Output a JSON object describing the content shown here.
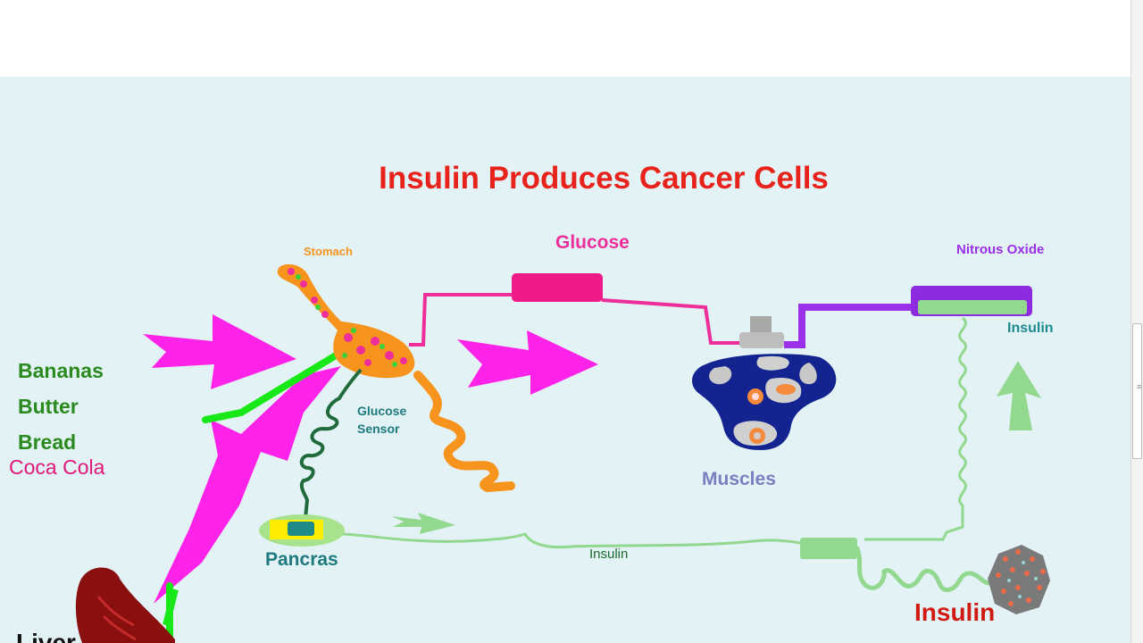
{
  "title": "Insulin Produces Cancer Cells",
  "labels": {
    "stomach": "Stomach",
    "glucose": "Glucose",
    "nitrous_oxide": "Nitrous Oxide",
    "insulin_right": "Insulin",
    "glucose_sensor_line1": "Glucose",
    "glucose_sensor_line2": "Sensor",
    "muscles": "Muscles",
    "pancras": "Pancras",
    "insulin_middle": "Insulin",
    "insulin_bottom": "Insulin",
    "liver": "Liver"
  },
  "foods": [
    "Bananas",
    "Butter",
    "Bread",
    "Coca Cola"
  ],
  "colors": {
    "title": "#e8231c",
    "slide_bg": "#e2f2f5",
    "stomach": "#f7941d",
    "glucose": "#ee2e9a",
    "nitrous_oxide": "#9b30ea",
    "insulin": "#92d88e",
    "teal_label": "#1e8a8f",
    "food_green": "#2a8a1e",
    "coca_cola": "#e0177a",
    "muscles": "#7b7fc0",
    "arrow_magenta": "#ff22e8",
    "liver": "#8a0f0f",
    "cancer_label": "#d11a12"
  },
  "icons": [
    "right-arrow-icon",
    "up-arrow-icon",
    "muscle-cell-icon",
    "cancer-cell-icon",
    "liver-icon",
    "stomach-icon",
    "pancreas-icon"
  ]
}
